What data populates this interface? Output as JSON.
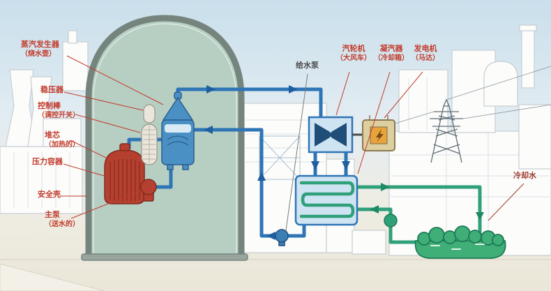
{
  "diagram": {
    "subject": "nuclear-power-plant-pwr-schematic"
  },
  "colors": {
    "sky_top": "#c9dfeb",
    "containment_green": "#b7cfc3",
    "containment_outline": "#75857e",
    "vessel_red": "#b5402f",
    "sg_blue": "#4a90c4",
    "pipe_blue": "#2e75b6",
    "cool_green": "#2fa07a",
    "pond_green": "#3fae77",
    "generator_tan": "#ddcf9f",
    "generator_orange": "#e8a33d",
    "label_red": "#c23b2b",
    "label_gray": "#4a4a4a"
  },
  "labels": {
    "steam_generator": {
      "line1": "蒸汽发生器",
      "line2": "（烧水壶）"
    },
    "pressurizer": {
      "line1": "稳压器"
    },
    "control_rods": {
      "line1": "控制棒",
      "line2": "（调控开关）"
    },
    "core": {
      "line1": "堆芯",
      "line2": "（加热的）"
    },
    "pressure_vessel": {
      "line1": "压力容器"
    },
    "containment": {
      "line1": "安全壳"
    },
    "main_pump": {
      "line1": "主泵",
      "line2": "（送水的）"
    },
    "feedwater_pump": {
      "line1": "给水泵"
    },
    "turbine": {
      "line1": "汽轮机",
      "line2": "（大风车）"
    },
    "condenser": {
      "line1": "凝汽器",
      "line2": "（冷却箱）"
    },
    "generator": {
      "line1": "发电机",
      "line2": "（马达）"
    },
    "cooling_water": {
      "line1": "冷却水"
    }
  }
}
